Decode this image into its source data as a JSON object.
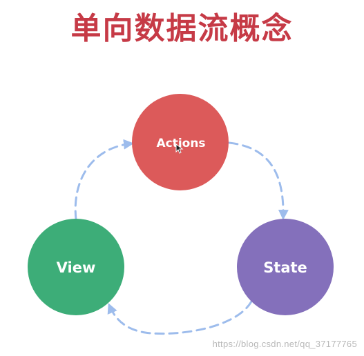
{
  "title": "单向数据流概念",
  "nodes": {
    "actions": {
      "label": "Actions",
      "color": "#dc5a5a"
    },
    "state": {
      "label": "State",
      "color": "#8470bb"
    },
    "view": {
      "label": "View",
      "color": "#3dad78"
    }
  },
  "arrow_color": "#9dbcec",
  "edges": [
    {
      "from": "Actions",
      "to": "State"
    },
    {
      "from": "State",
      "to": "View"
    },
    {
      "from": "View",
      "to": "Actions"
    }
  ],
  "watermark": "https://blog.csdn.net/qq_37177765"
}
